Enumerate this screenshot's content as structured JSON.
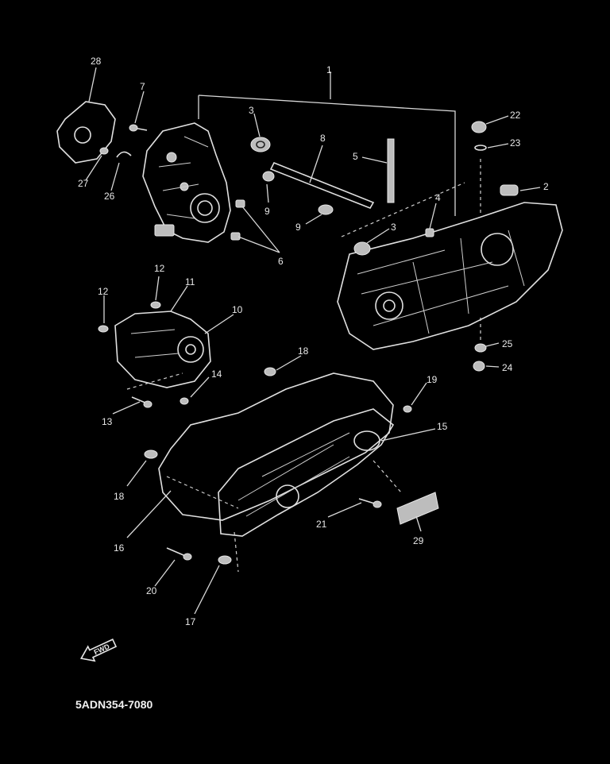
{
  "diagram": {
    "drawing_code": "5ADN354-7080",
    "direction_label": "FWD",
    "callouts": [
      "1",
      "2",
      "3",
      "3",
      "4",
      "5",
      "6",
      "7",
      "8",
      "9",
      "9",
      "10",
      "11",
      "12",
      "12",
      "13",
      "14",
      "15",
      "16",
      "17",
      "18",
      "18",
      "19",
      "20",
      "21",
      "22",
      "23",
      "24",
      "25",
      "26",
      "27",
      "28",
      "29"
    ]
  },
  "colors": {
    "background": "#000000",
    "line": "#e0e0e0"
  }
}
